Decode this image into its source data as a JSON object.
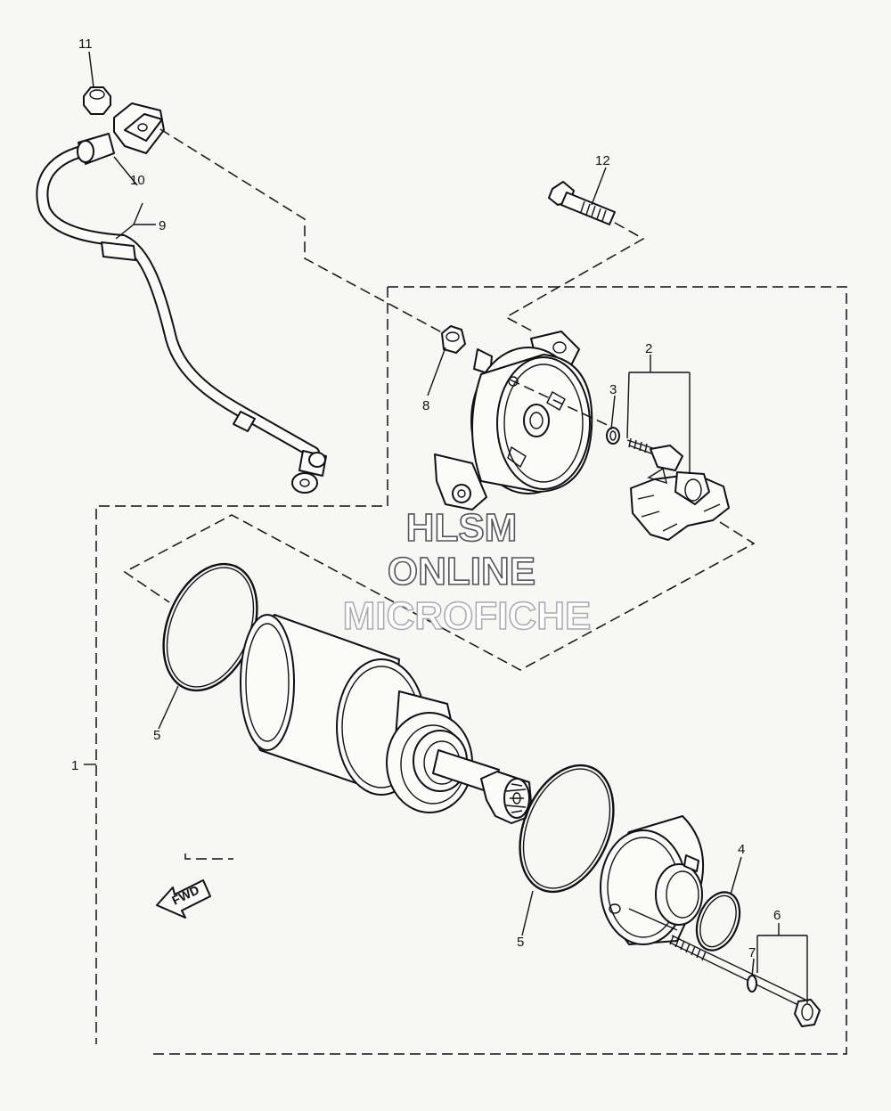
{
  "watermark": {
    "line1": "HLSM",
    "line2": "ONLINE",
    "line3": "MICROFICHE"
  },
  "fwd_arrow_label": "FWD",
  "callouts": [
    {
      "id": "c1",
      "label": "1"
    },
    {
      "id": "c2",
      "label": "2"
    },
    {
      "id": "c3",
      "label": "3"
    },
    {
      "id": "c4",
      "label": "4"
    },
    {
      "id": "c5a",
      "label": "5"
    },
    {
      "id": "c5b",
      "label": "5"
    },
    {
      "id": "c6",
      "label": "6"
    },
    {
      "id": "c7",
      "label": "7"
    },
    {
      "id": "c8",
      "label": "8"
    },
    {
      "id": "c9",
      "label": "9"
    },
    {
      "id": "c10",
      "label": "10"
    },
    {
      "id": "c11",
      "label": "11"
    },
    {
      "id": "c12",
      "label": "12"
    }
  ],
  "colors": {
    "line": "#111111",
    "background": "#f7f7f5",
    "watermark_stroke": "#555555"
  }
}
